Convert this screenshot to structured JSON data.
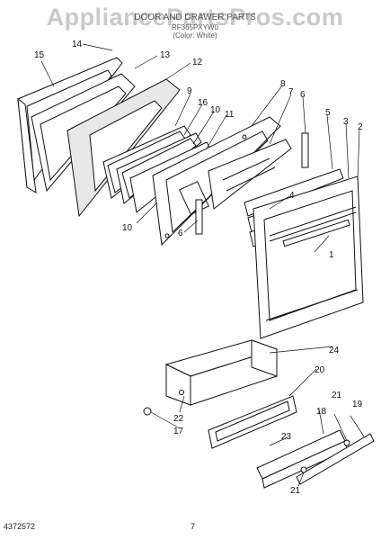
{
  "watermark": "AppliancePartsPros.com",
  "header": {
    "line1": "DOOR AND DRAWER PARTS",
    "line2": "RF365PXYW0",
    "line3": "(Color: White)"
  },
  "callouts": [
    "14",
    "13",
    "12",
    "15",
    "9",
    "16",
    "10",
    "11",
    "8",
    "7",
    "6",
    "5",
    "3",
    "2",
    "4",
    "10",
    "6",
    "1",
    "24",
    "20",
    "22",
    "17",
    "18",
    "21",
    "19",
    "23",
    "21"
  ],
  "footer": {
    "left": "4372572",
    "page": "7"
  }
}
